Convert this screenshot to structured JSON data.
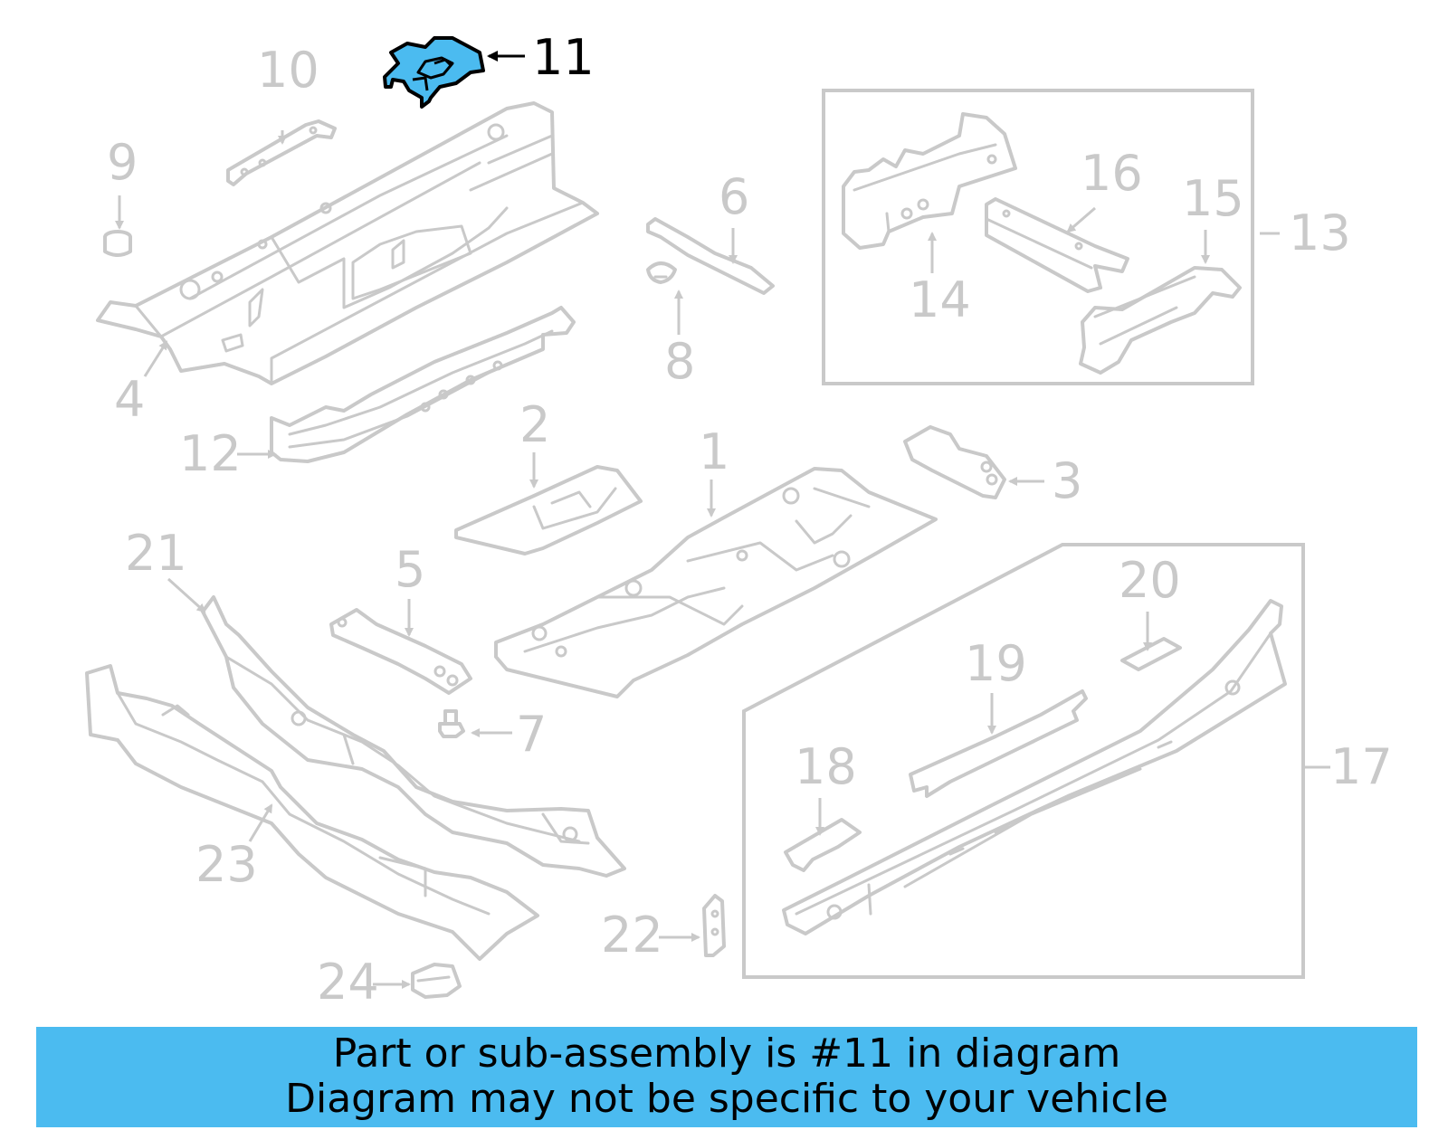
{
  "highlight_color": "#4bbbf0",
  "part_color": "#c9c9c9",
  "highlighted_part": "11",
  "callouts": [
    "1",
    "2",
    "3",
    "4",
    "5",
    "6",
    "7",
    "8",
    "9",
    "10",
    "11",
    "12",
    "13",
    "14",
    "15",
    "16",
    "17",
    "18",
    "19",
    "20",
    "21",
    "22",
    "23",
    "24"
  ],
  "banner": {
    "line1": "Part or sub-assembly is #11 in diagram",
    "line2": "Diagram may not be specific to your vehicle"
  }
}
